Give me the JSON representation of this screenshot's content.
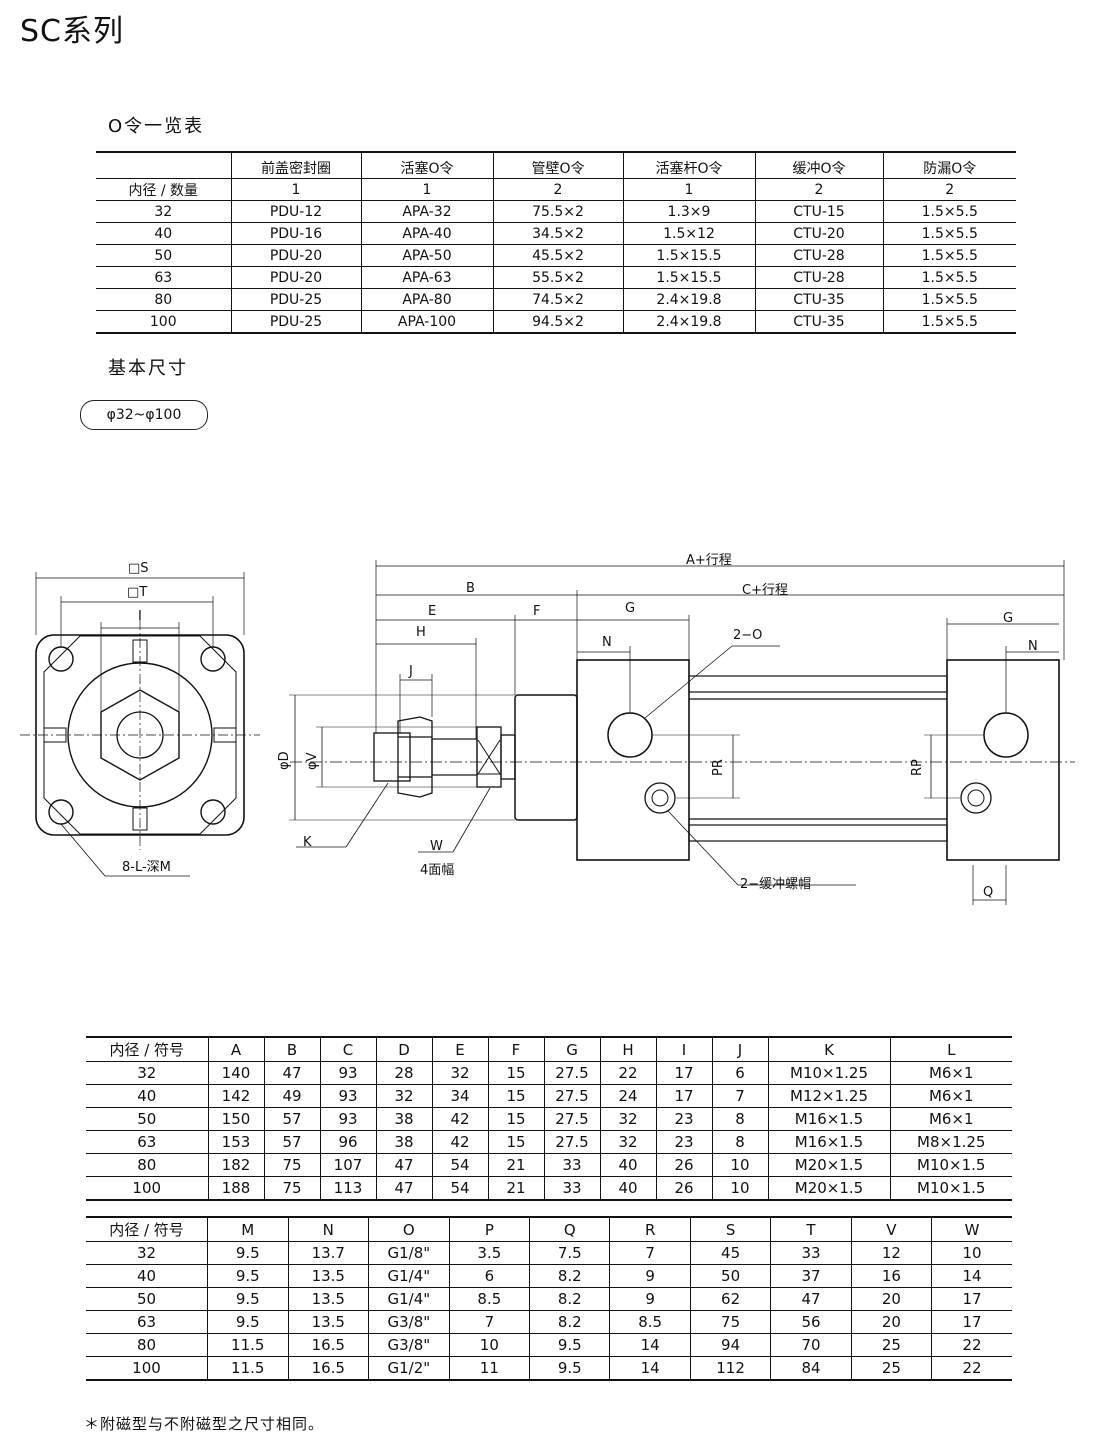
{
  "page_title": "SC系列",
  "oring_section": {
    "heading": "O令一览表",
    "headers": [
      "",
      "前盖密封圈",
      "活塞O令",
      "管壁O令",
      "活塞杆O令",
      "缓冲O令",
      "防漏O令"
    ],
    "qty_row": [
      "内径 / 数量",
      "1",
      "1",
      "2",
      "1",
      "2",
      "2"
    ],
    "rows": [
      [
        "32",
        "PDU-12",
        "APA-32",
        "75.5×2",
        "1.3×9",
        "CTU-15",
        "1.5×5.5"
      ],
      [
        "40",
        "PDU-16",
        "APA-40",
        "34.5×2",
        "1.5×12",
        "CTU-20",
        "1.5×5.5"
      ],
      [
        "50",
        "PDU-20",
        "APA-50",
        "45.5×2",
        "1.5×15.5",
        "CTU-28",
        "1.5×5.5"
      ],
      [
        "63",
        "PDU-20",
        "APA-63",
        "55.5×2",
        "1.5×15.5",
        "CTU-28",
        "1.5×5.5"
      ],
      [
        "80",
        "PDU-25",
        "APA-80",
        "74.5×2",
        "2.4×19.8",
        "CTU-35",
        "1.5×5.5"
      ],
      [
        "100",
        "PDU-25",
        "APA-100",
        "94.5×2",
        "2.4×19.8",
        "CTU-35",
        "1.5×5.5"
      ]
    ]
  },
  "dimension_section": {
    "heading": "基本尺寸",
    "range_badge": "φ32~φ100"
  },
  "diagram_labels": {
    "S": "□S",
    "T": "□T",
    "I": "I",
    "L": "8-L-深M",
    "A": "A+行程",
    "B": "B",
    "C": "C+行程",
    "E": "E",
    "F": "F",
    "G": "G",
    "H": "H",
    "J": "J",
    "N": "N",
    "O": "2−O",
    "D": "φD",
    "V": "φV",
    "PR": "PR",
    "RP": "RP",
    "K": "K",
    "W": "W",
    "W_note": "4面幅",
    "cushion": "2−缓冲螺帽",
    "Q": "Q"
  },
  "table1": {
    "headers": [
      "内径 / 符号",
      "A",
      "B",
      "C",
      "D",
      "E",
      "F",
      "G",
      "H",
      "I",
      "J",
      "K",
      "L"
    ],
    "rows": [
      [
        "32",
        "140",
        "47",
        "93",
        "28",
        "32",
        "15",
        "27.5",
        "22",
        "17",
        "6",
        "M10×1.25",
        "M6×1"
      ],
      [
        "40",
        "142",
        "49",
        "93",
        "32",
        "34",
        "15",
        "27.5",
        "24",
        "17",
        "7",
        "M12×1.25",
        "M6×1"
      ],
      [
        "50",
        "150",
        "57",
        "93",
        "38",
        "42",
        "15",
        "27.5",
        "32",
        "23",
        "8",
        "M16×1.5",
        "M6×1"
      ],
      [
        "63",
        "153",
        "57",
        "96",
        "38",
        "42",
        "15",
        "27.5",
        "32",
        "23",
        "8",
        "M16×1.5",
        "M8×1.25"
      ],
      [
        "80",
        "182",
        "75",
        "107",
        "47",
        "54",
        "21",
        "33",
        "40",
        "26",
        "10",
        "M20×1.5",
        "M10×1.5"
      ],
      [
        "100",
        "188",
        "75",
        "113",
        "47",
        "54",
        "21",
        "33",
        "40",
        "26",
        "10",
        "M20×1.5",
        "M10×1.5"
      ]
    ]
  },
  "table2": {
    "headers": [
      "内径 / 符号",
      "M",
      "N",
      "O",
      "P",
      "Q",
      "R",
      "S",
      "T",
      "V",
      "W"
    ],
    "rows": [
      [
        "32",
        "9.5",
        "13.7",
        "G1/8\"",
        "3.5",
        "7.5",
        "7",
        "45",
        "33",
        "12",
        "10"
      ],
      [
        "40",
        "9.5",
        "13.5",
        "G1/4\"",
        "6",
        "8.2",
        "9",
        "50",
        "37",
        "16",
        "14"
      ],
      [
        "50",
        "9.5",
        "13.5",
        "G1/4\"",
        "8.5",
        "8.2",
        "9",
        "62",
        "47",
        "20",
        "17"
      ],
      [
        "63",
        "9.5",
        "13.5",
        "G3/8\"",
        "7",
        "8.2",
        "8.5",
        "75",
        "56",
        "20",
        "17"
      ],
      [
        "80",
        "11.5",
        "16.5",
        "G3/8\"",
        "10",
        "9.5",
        "14",
        "94",
        "70",
        "25",
        "22"
      ],
      [
        "100",
        "11.5",
        "16.5",
        "G1/2\"",
        "11",
        "9.5",
        "14",
        "112",
        "84",
        "25",
        "22"
      ]
    ]
  },
  "footnote": "＊附磁型与不附磁型之尺寸相同。"
}
